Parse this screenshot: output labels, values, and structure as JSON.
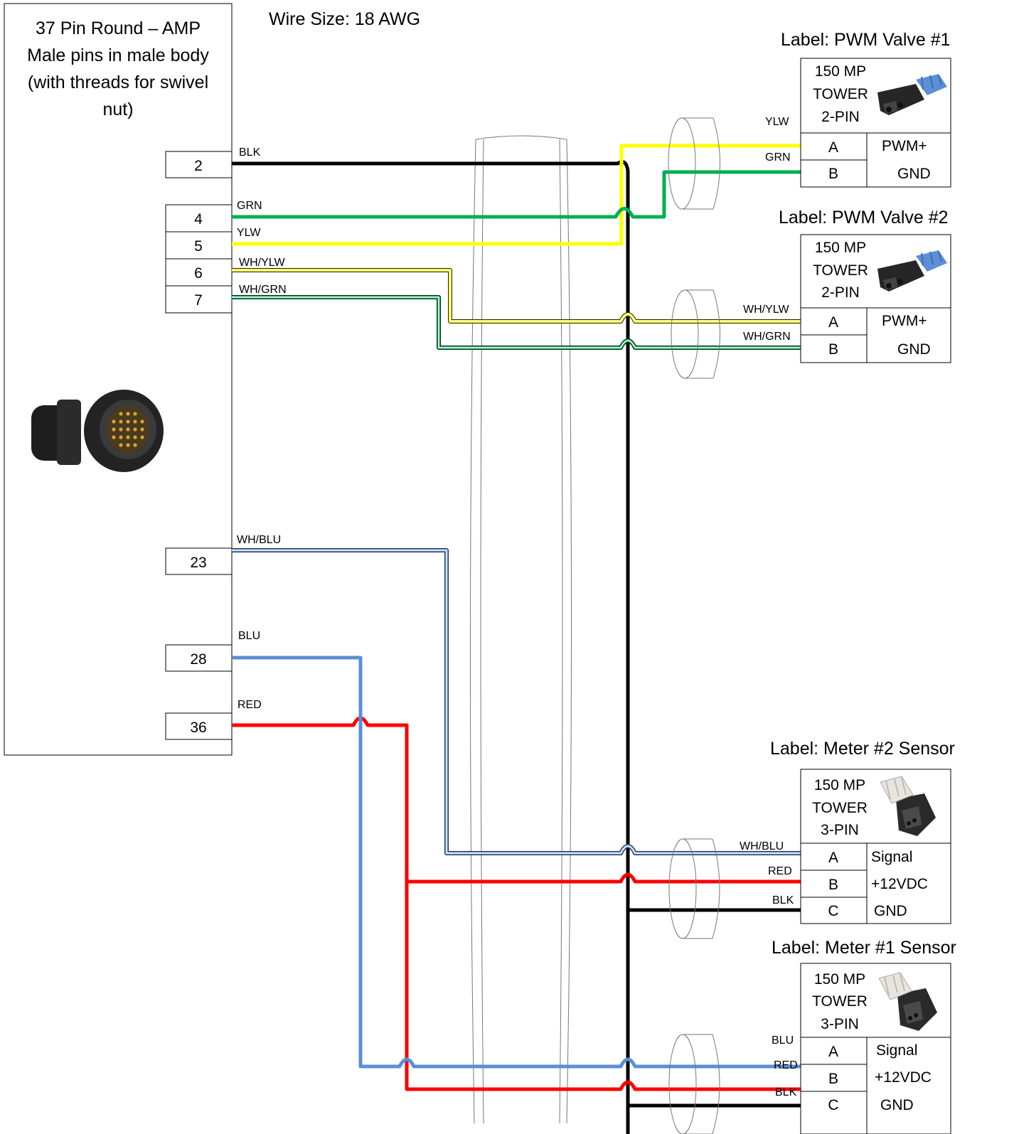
{
  "header": {
    "wire_size": "Wire Size: 18 AWG"
  },
  "main_connector": {
    "title_lines": [
      "37 Pin Round – AMP",
      "Male pins in male body",
      "(with threads for swivel",
      "nut)"
    ],
    "pins": [
      "2",
      "4",
      "5",
      "6",
      "7",
      "23",
      "28",
      "36"
    ]
  },
  "wire_labels": {
    "pin2": "BLK",
    "pin4": "GRN",
    "pin5": "YLW",
    "pin6": "WH/YLW",
    "pin7": "WH/GRN",
    "pin23": "WH/BLU",
    "pin28": "BLU",
    "pin36": "RED"
  },
  "colors": {
    "black": "#000000",
    "green": "#00B050",
    "yellow": "#FFFF00",
    "blue": "#5B8FD6",
    "red": "#FF0000",
    "white": "#FFFFFF",
    "sleeve": "#777777"
  },
  "connectors": [
    {
      "label": "Label:  PWM Valve #1",
      "type_lines": [
        "150 MP",
        "TOWER",
        "2-PIN"
      ],
      "pins": [
        {
          "pin": "A",
          "func": "PWM+",
          "wire": "YLW"
        },
        {
          "pin": "B",
          "func": "GND",
          "wire": "GRN"
        }
      ]
    },
    {
      "label": "Label:  PWM Valve #2",
      "type_lines": [
        "150 MP",
        "TOWER",
        "2-PIN"
      ],
      "pins": [
        {
          "pin": "A",
          "func": "PWM+",
          "wire": "WH/YLW"
        },
        {
          "pin": "B",
          "func": "GND",
          "wire": "WH/GRN"
        }
      ]
    },
    {
      "label": "Label:  Meter #2 Sensor",
      "type_lines": [
        "150 MP",
        "TOWER",
        "3-PIN"
      ],
      "pins": [
        {
          "pin": "A",
          "func": "Signal",
          "wire": "WH/BLU"
        },
        {
          "pin": "B",
          "func": "+12VDC",
          "wire": "RED"
        },
        {
          "pin": "C",
          "func": "GND",
          "wire": "BLK"
        }
      ]
    },
    {
      "label": "Label:  Meter #1 Sensor",
      "type_lines": [
        "150 MP",
        "TOWER",
        "3-PIN"
      ],
      "pins": [
        {
          "pin": "A",
          "func": "Signal",
          "wire": "BLU"
        },
        {
          "pin": "B",
          "func": "+12VDC",
          "wire": "RED"
        },
        {
          "pin": "C",
          "func": "GND",
          "wire": "BLK"
        }
      ]
    }
  ]
}
